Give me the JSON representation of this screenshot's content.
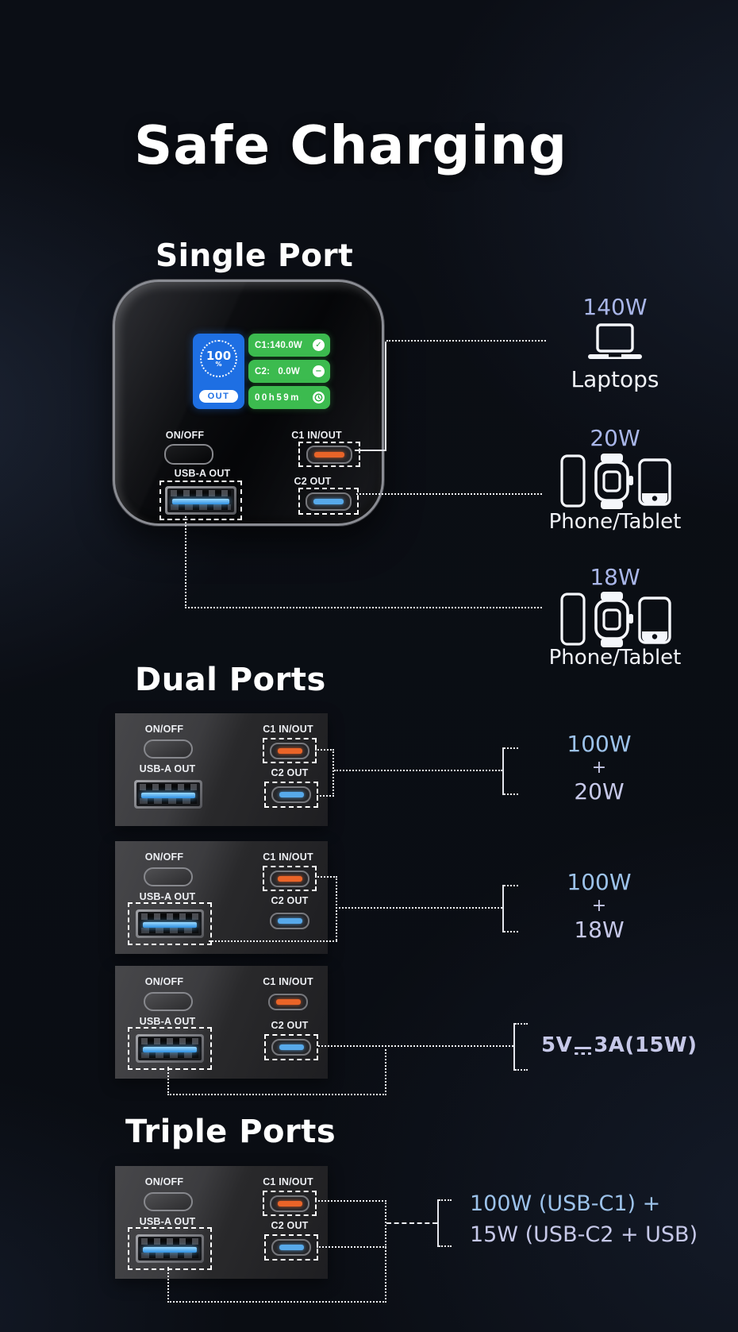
{
  "title": "Safe Charging",
  "colors": {
    "accent-green": "#3cbb4f",
    "accent-blue": "#1e6fe3",
    "port-orange": "#ea6428",
    "port-blue": "#57a9ea",
    "watt-text": "#a9b6e8",
    "combo-blue": "#9cc2ea",
    "combo-lavender": "#c6c8e8",
    "text-white": "#f1f3f8"
  },
  "port_labels": {
    "on_off": "ON/OFF",
    "c1": "C1 IN/OUT",
    "usb_a": "USB-A OUT",
    "c2": "C2 OUT"
  },
  "single": {
    "heading": "Single Port",
    "screen": {
      "percent": "100",
      "percent_unit": "%",
      "mode": "OUT",
      "c1": "C1:140.0W",
      "c2": "C2:   0.0W",
      "time": "00h59m"
    },
    "targets": [
      {
        "watt": "140W",
        "label": "Laptops"
      },
      {
        "watt": "20W",
        "label": "Phone/Tablet"
      },
      {
        "watt": "18W",
        "label": "Phone/Tablet"
      }
    ]
  },
  "dual": {
    "heading": "Dual Ports",
    "combos": [
      {
        "top": "100W",
        "mid": "+",
        "bottom": "20W"
      },
      {
        "top": "100W",
        "mid": "+",
        "bottom": "18W"
      }
    ],
    "spec": {
      "prefix": "5V",
      "suffix": "3A(15W)"
    }
  },
  "triple": {
    "heading": "Triple Ports",
    "line1": "100W (USB-C1) +",
    "line2": "15W (USB-C2 + USB)"
  }
}
